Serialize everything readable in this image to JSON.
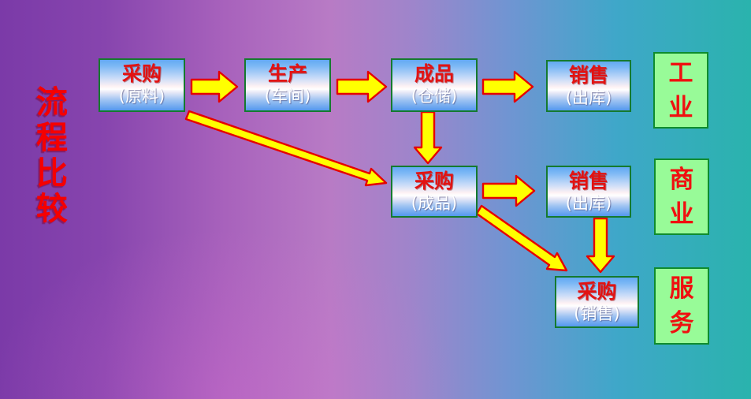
{
  "slide": {
    "title": {
      "text": "流程比较",
      "chars": [
        "流",
        "程",
        "比",
        "较"
      ]
    }
  },
  "flow_boxes": [
    {
      "id": "purchase-raw",
      "line1": "采购",
      "line2": "(原料)"
    },
    {
      "id": "production",
      "line1": "生产",
      "line2": "(车间)"
    },
    {
      "id": "finished-goods",
      "line1": "成品",
      "line2": "(仓储)"
    },
    {
      "id": "sales-industry",
      "line1": "销售",
      "line2": "(出库)"
    },
    {
      "id": "purchase-finished",
      "line1": "采购",
      "line2": "(成品)"
    },
    {
      "id": "sales-commerce",
      "line1": "销售",
      "line2": "(出库)"
    },
    {
      "id": "purchase-sales",
      "line1": "采购",
      "line2": "(销售)"
    }
  ],
  "category_boxes": [
    {
      "id": "industry",
      "label": "工业",
      "chars": [
        "工",
        "业"
      ]
    },
    {
      "id": "commerce",
      "label": "商业",
      "chars": [
        "商",
        "业"
      ]
    },
    {
      "id": "service",
      "label": "服务",
      "chars": [
        "服",
        "务"
      ]
    }
  ],
  "connections": [
    {
      "from": "采购(原料)",
      "to": "生产(车间)"
    },
    {
      "from": "生产(车间)",
      "to": "成品(仓储)"
    },
    {
      "from": "成品(仓储)",
      "to": "销售(出库)"
    },
    {
      "from": "成品(仓储)",
      "to": "采购(成品)"
    },
    {
      "from": "采购(原料)",
      "to": "采购(成品)"
    },
    {
      "from": "采购(成品)",
      "to": "销售(出库)"
    },
    {
      "from": "采购(成品)",
      "to": "采购(销售)"
    },
    {
      "from": "销售(出库)",
      "to": "采购(销售)"
    }
  ],
  "colors": {
    "background_left": "#7b3aa8",
    "background_mid": "#b87bc5",
    "background_right": "#2ab3ad",
    "title_red": "#f50000",
    "box_border_green": "#157a2e",
    "box_fill_blue_top": "#63a9f2",
    "box_fill_white_band": "#fdf1f4",
    "box_text_red": "#e21212",
    "box_text_white": "#ffffff",
    "category_fill": "#98fb98",
    "category_border": "#0f8c2e",
    "arrow_fill": "#ffff00",
    "arrow_outline": "#e60000"
  }
}
